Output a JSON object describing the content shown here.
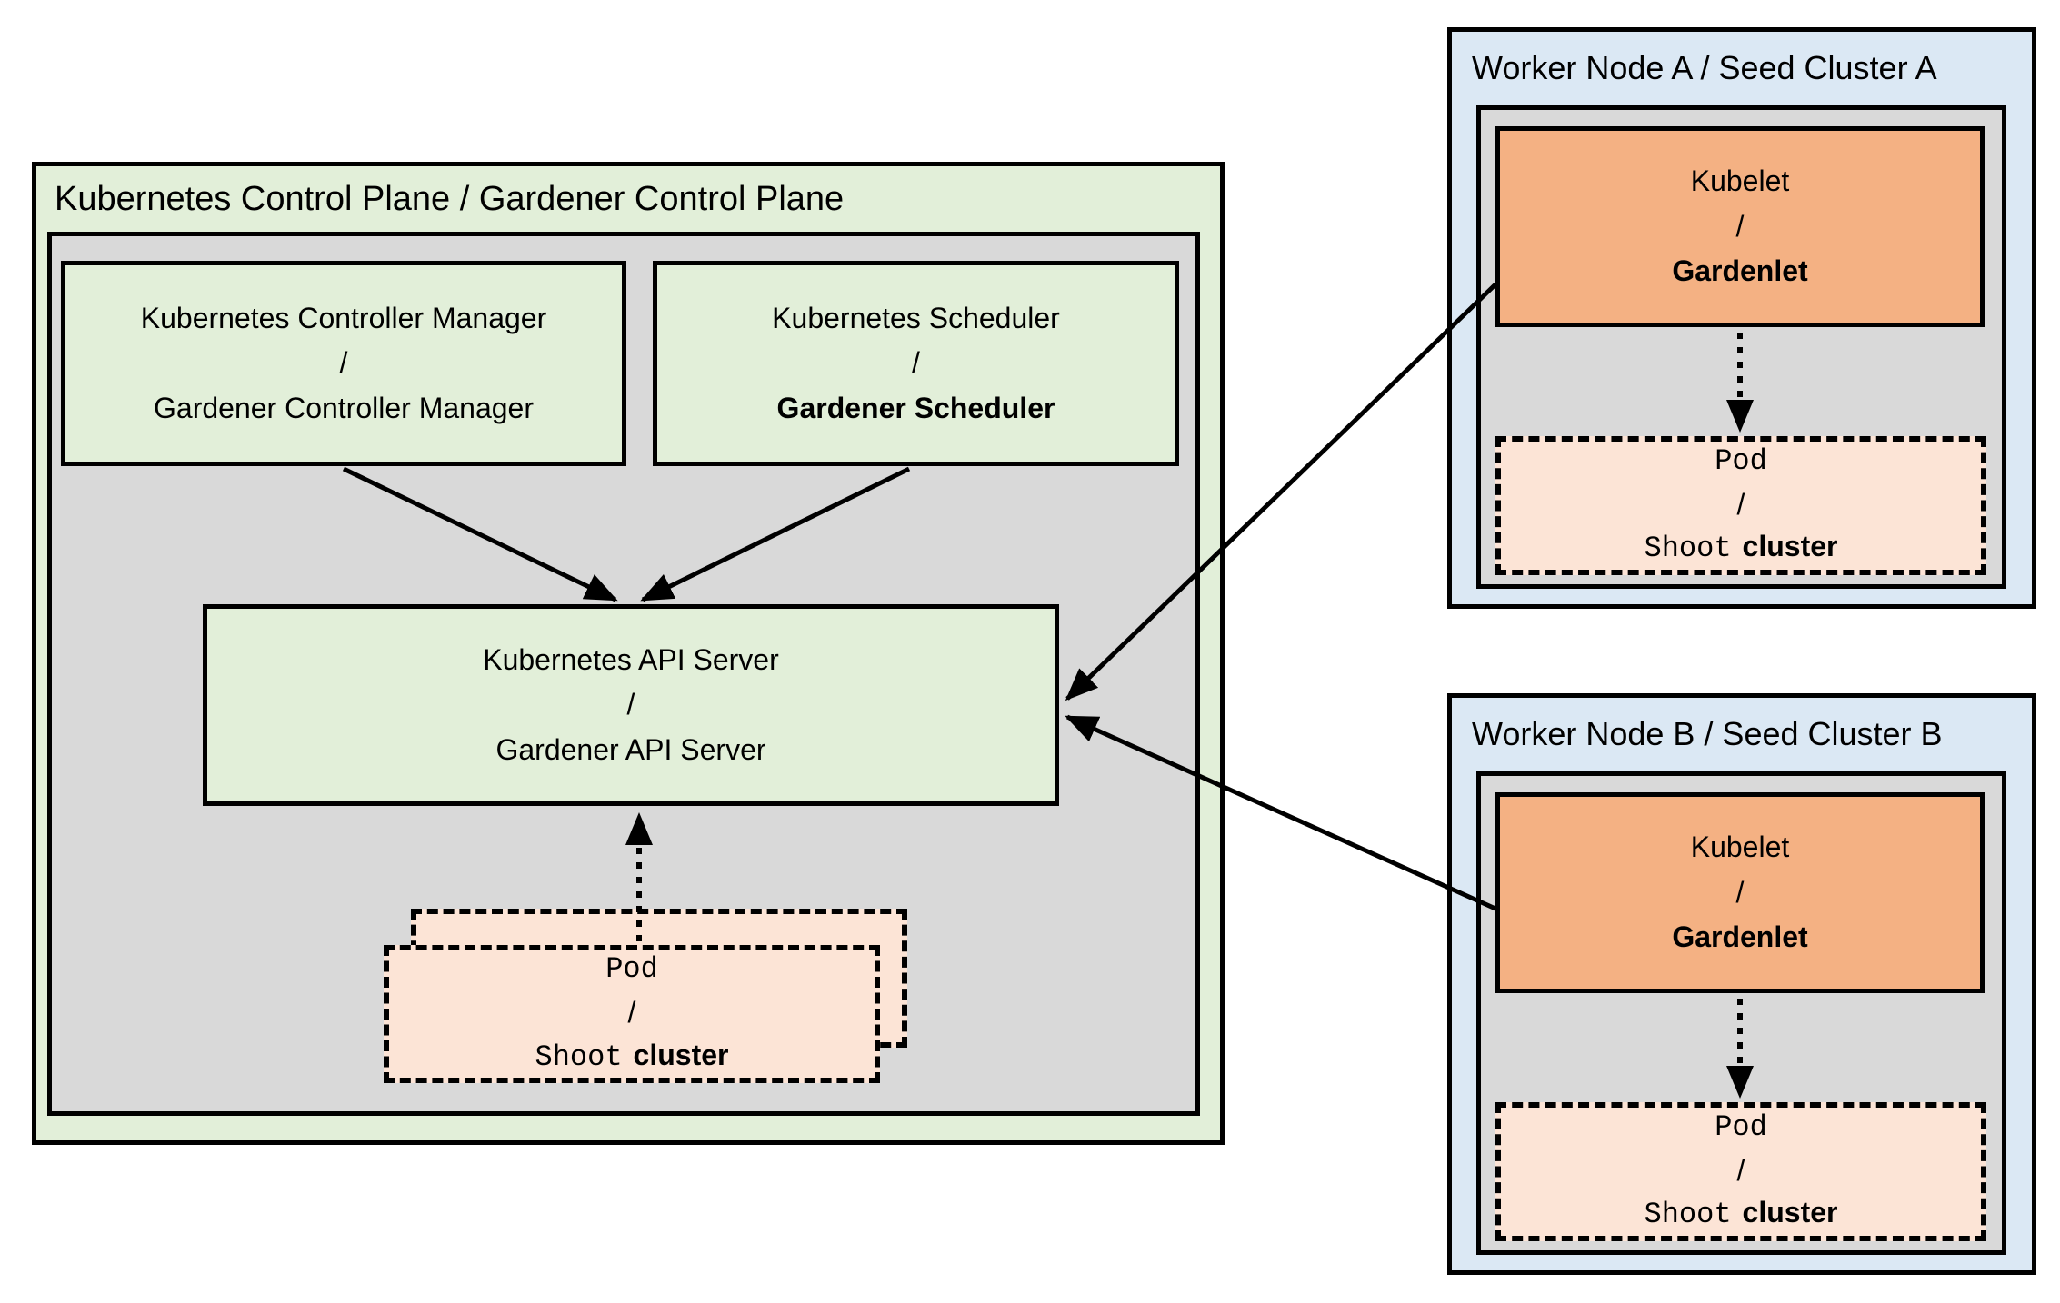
{
  "colors": {
    "box_green": "#e2efd9",
    "panel_gray": "#d9d9d9",
    "node_blue": "#dbe8f4",
    "kubelet_orange": "#f4b183",
    "pod_peach": "#fce4d6",
    "line_black": "#000000"
  },
  "control_plane": {
    "title": "Kubernetes Control Plane / Gardener Control Plane",
    "controller_manager": [
      "Kubernetes Controller Manager",
      "/",
      "Gardener Controller Manager"
    ],
    "scheduler": [
      "Kubernetes Scheduler",
      "/",
      "Gardener Scheduler"
    ],
    "api_server": [
      "Kubernetes API Server",
      "/",
      "Gardener API Server"
    ],
    "pod": {
      "name": "Pod",
      "separator": "/",
      "shoot": "Shoot",
      "cluster": "cluster"
    }
  },
  "workers": [
    {
      "title": "Worker Node A / Seed Cluster A",
      "kubelet": [
        "Kubelet",
        "/",
        "Gardenlet"
      ],
      "pod": {
        "name": "Pod",
        "separator": "/",
        "shoot": "Shoot",
        "cluster": "cluster"
      }
    },
    {
      "title": "Worker Node B / Seed Cluster B",
      "kubelet": [
        "Kubelet",
        "/",
        "Gardenlet"
      ],
      "pod": {
        "name": "Pod",
        "separator": "/",
        "shoot": "Shoot",
        "cluster": "cluster"
      }
    }
  ]
}
